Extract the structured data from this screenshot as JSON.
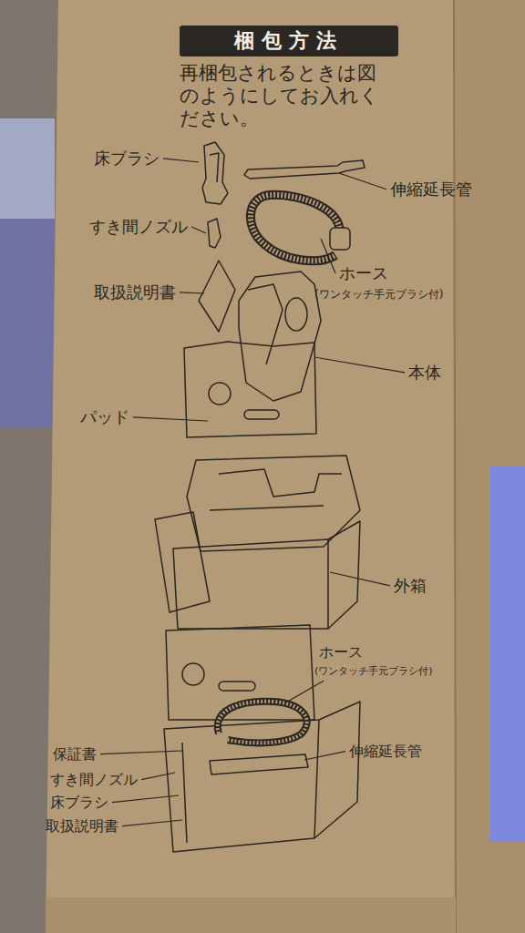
{
  "diagram": {
    "title": "梱包方法",
    "labels": [
      "再梱包されるときは図のようにしてお入れください。",
      "床ブラシ",
      "伸縮延長管",
      "すき間ノズル",
      "ホース",
      "(ワンタッチ手元ブラシ付)",
      "取扱説明書",
      "本体",
      "パッド",
      "外箱",
      "ホース",
      "(ワンタッチ手元ブラシ付)",
      "伸縮延長管",
      "保証書",
      "すき間ノズル",
      "床ブラシ",
      "取扱説明書"
    ]
  }
}
